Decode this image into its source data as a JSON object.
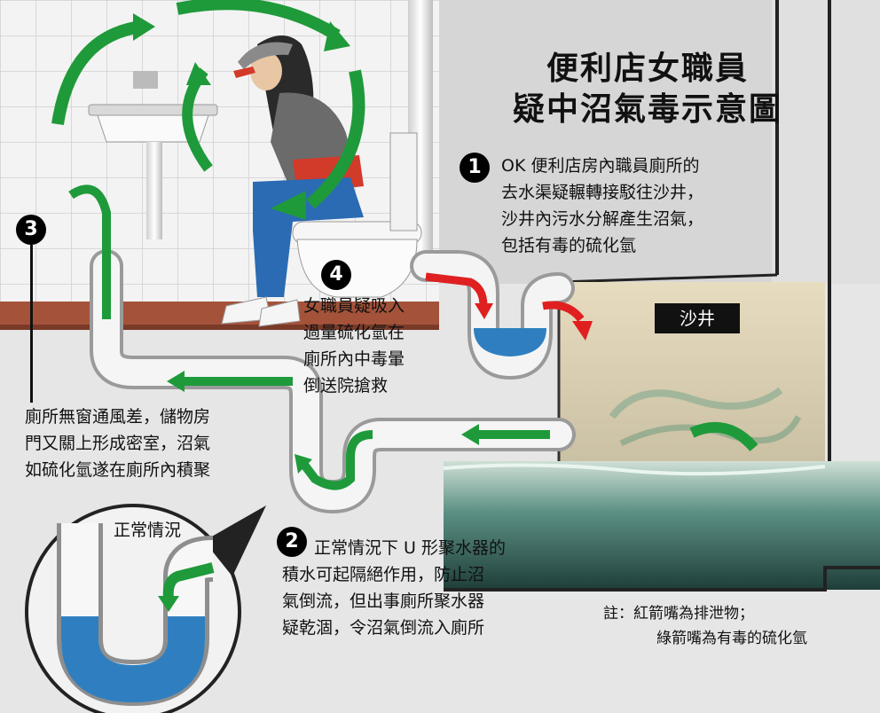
{
  "title": {
    "line1": "便利店女職員",
    "line2": "疑中沼氣毒示意圖"
  },
  "steps": [
    {
      "num": "1",
      "lines": [
        "OK 便利店房內職員廁所的",
        "去水渠疑輾轉接駁往沙井，",
        "沙井內污水分解產生沼氣，",
        "包括有毒的硫化氫"
      ]
    },
    {
      "num": "2",
      "lines": [
        "正常情況下 U 形聚水器的",
        "積水可起隔絕作用，防止沼",
        "氣倒流，但出事廁所聚水器",
        "疑乾涸，令沼氣倒流入廁所"
      ]
    },
    {
      "num": "3",
      "lines": [
        "廁所無窗通風差，儲物房",
        "門又關上形成密室，沼氣",
        "如硫化氫遂在廁所內積聚"
      ]
    },
    {
      "num": "4",
      "lines": [
        "女職員疑吸入",
        "過量硫化氫在",
        "廁所內中毒暈",
        "倒送院搶救"
      ]
    }
  ],
  "labels": {
    "manhole": "沙井",
    "normal": "正常情況"
  },
  "note": {
    "line1": "註：紅箭嘴為排泄物；",
    "line2": "綠箭嘴為有毒的硫化氫"
  },
  "colors": {
    "gas_arrow": "#1f9a3a",
    "waste_arrow": "#e02020",
    "water": "#2f7fc0",
    "tile_wall": "#f2f2f2",
    "floor": "#a4533a",
    "manhole_wall": "#d9d0b8"
  }
}
